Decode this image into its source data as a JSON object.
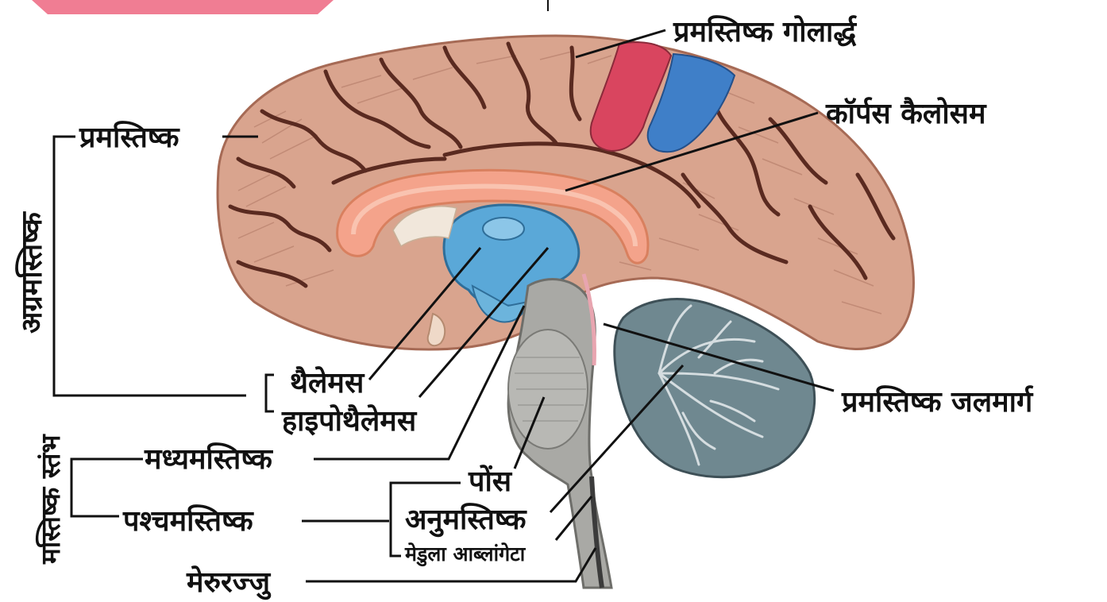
{
  "labels": {
    "cerebral_hemisphere": "प्रमस्तिष्क गोलार्द्ध",
    "corpus_callosum": "कॉर्पस कैलोसम",
    "cerebrum": "प्रमस्तिष्क",
    "forebrain": "अग्रमस्तिष्क",
    "thalamus": "थैलेमस",
    "hypothalamus": "हाइपोथैलेमस",
    "cerebral_aqueduct": "प्रमस्तिष्क जलमार्ग",
    "brain_stem": "मस्तिष्क स्तंभ",
    "midbrain": "मध्यमस्तिष्क",
    "hindbrain": "पश्चमस्तिष्क",
    "pons": "पोंस",
    "cerebellum": "अनुमस्तिष्क",
    "medulla_oblongata": "मेडुला आब्लांगेटा",
    "spinal_cord": "मेरुरज्जु"
  },
  "colors": {
    "cortex": "#d9a48e",
    "cortex_dark": "#b57b66",
    "sulcus": "#5a2a20",
    "corpus_callosum": "#f4a38b",
    "thalamus": "#5aa8d8",
    "motor_strip": "#d9455f",
    "sensory_strip": "#3f7fc8",
    "brainstem": "#a9a9a5",
    "cerebellum": "#6f8890",
    "text": "#111111",
    "header_accent": "#f07d93"
  }
}
